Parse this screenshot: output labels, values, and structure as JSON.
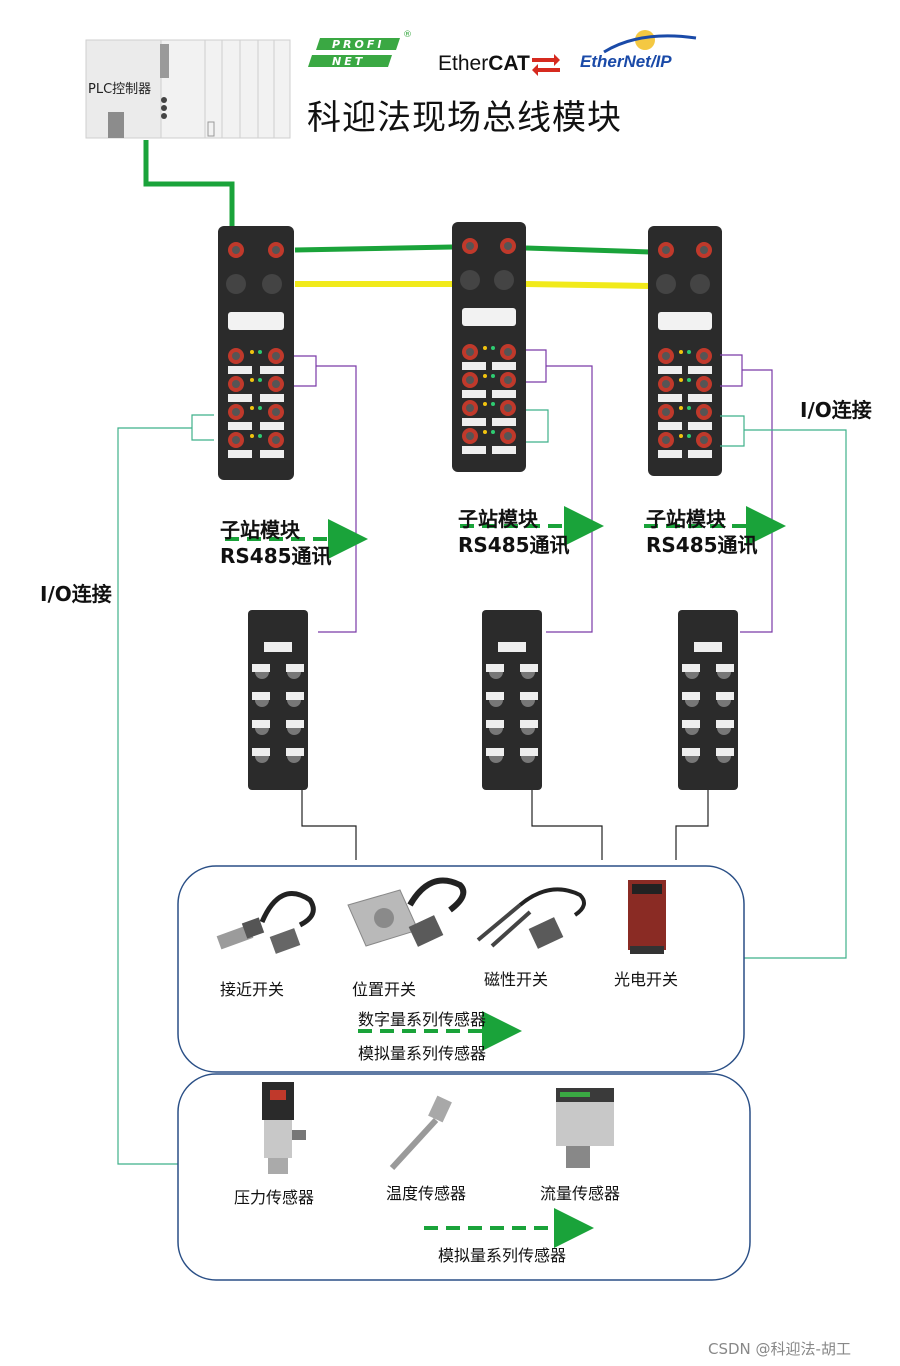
{
  "title": "科迎法现场总线模块",
  "plc": {
    "label": "PLC控制器"
  },
  "logos": {
    "profinet_top": "PROFI",
    "profinet_bottom": "NET",
    "profinet_registered": "®",
    "ethercat_prefix": "Ether",
    "ethercat_suffix": "CAT",
    "ethernetip": "EtherNet/IP"
  },
  "labels": {
    "io_left": "I/O连接",
    "io_right": "I/O连接",
    "sub_station_1": "子站模块",
    "rs485_1": "RS485通讯",
    "sub_station_2": "子站模块",
    "rs485_2": "RS485通讯",
    "sub_station_3": "子站模块",
    "rs485_3": "RS485通讯"
  },
  "digital_group": {
    "items": [
      "接近开关",
      "位置开关",
      "磁性开关",
      "光电开关"
    ],
    "caption_1": "数字量系列传感器",
    "caption_2": "模拟量系列传感器"
  },
  "analog_group": {
    "items": [
      "压力传感器",
      "温度传感器",
      "流量传感器"
    ],
    "caption": "模拟量系列传感器"
  },
  "watermark": "CSDN @科迎法-胡工",
  "colors": {
    "bus_green": "#1aa33a",
    "bus_yellow": "#f1ea1a",
    "rs485_purple": "#7a3aa8",
    "io_teal": "#3fb08a",
    "arrow_green": "#1aa33a",
    "group_border": "#2a4f86",
    "module_body": "#2b2b2b",
    "logo_green": "#3aa843"
  }
}
